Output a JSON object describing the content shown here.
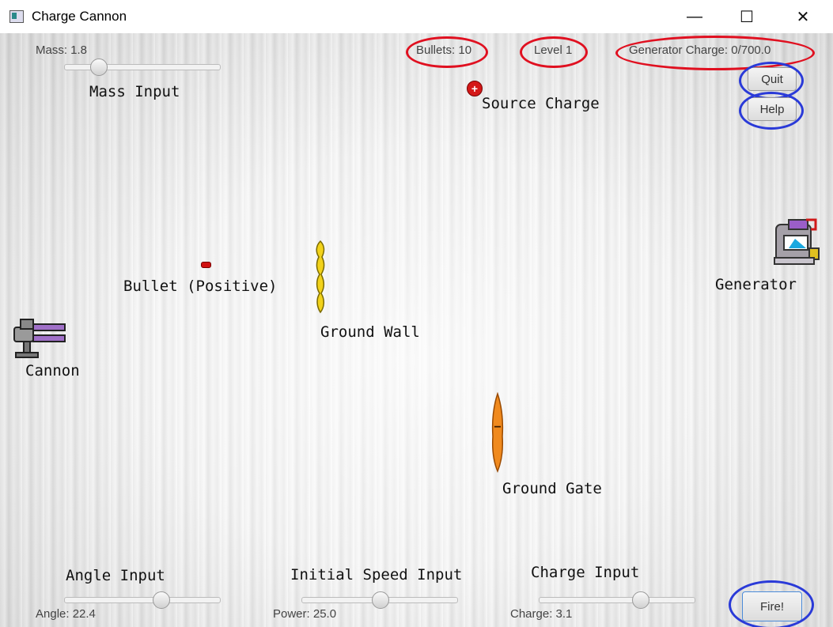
{
  "window": {
    "title": "Charge Cannon",
    "minimize": "—",
    "maximize": "☐",
    "close": "✕"
  },
  "hud": {
    "mass_text": "Mass: 1.8",
    "mass_input_label": "Mass Input",
    "bullets": "Bullets: 10",
    "level": "Level 1",
    "generator_charge": "Generator Charge: 0/700.0"
  },
  "buttons": {
    "quit": "Quit",
    "help": "Help",
    "fire": "Fire!"
  },
  "labels": {
    "source_charge": "Source Charge",
    "bullet": "Bullet (Positive)",
    "ground_wall": "Ground Wall",
    "generator": "Generator",
    "cannon": "Cannon",
    "ground_gate": "Ground Gate",
    "source_charge_sign": "+",
    "gate_sign": "−"
  },
  "controls": {
    "angle_label": "Angle Input",
    "angle_value": "Angle: 22.4",
    "speed_label": "Initial Speed Input",
    "speed_value": "Power: 25.0",
    "charge_label": "Charge Input",
    "charge_value": "Charge: 3.1"
  },
  "colors": {
    "highlight_red": "#e01020",
    "highlight_blue": "#2a3ad8",
    "wall": "#f2d21a",
    "gate": "#f08a1e",
    "bullet": "#d01010"
  }
}
